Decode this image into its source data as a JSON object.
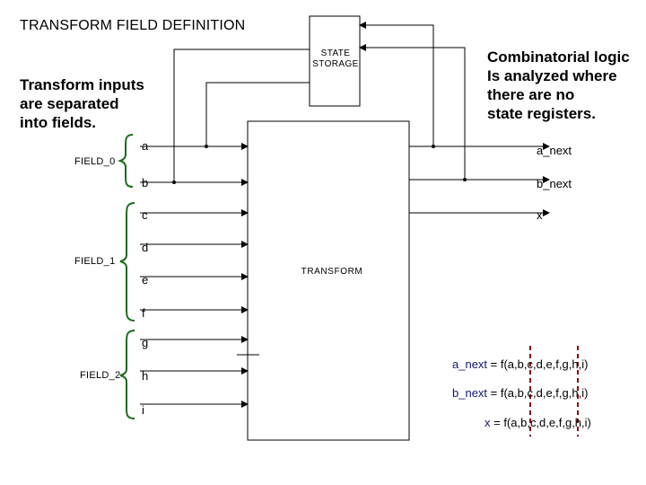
{
  "title": "TRANSFORM FIELD DEFINITION",
  "notes": {
    "left": [
      "Transform inputs",
      "are separated",
      "into fields."
    ],
    "right": [
      "Combinatorial logic",
      "Is analyzed where",
      "there are no",
      "state registers."
    ]
  },
  "blocks": {
    "state_storage": [
      "STATE",
      "STORAGE"
    ],
    "transform": "TRANSFORM"
  },
  "fields": [
    {
      "label": "FIELD_0",
      "inputs": [
        "a",
        "b"
      ]
    },
    {
      "label": "FIELD_1",
      "inputs": [
        "c",
        "d",
        "e",
        "f"
      ]
    },
    {
      "label": "FIELD_2",
      "inputs": [
        "g",
        "h",
        "i"
      ]
    }
  ],
  "outputs": [
    "a_next",
    "b_next",
    "x"
  ],
  "equations": [
    {
      "lhs": "a_next",
      "rhs": " = f(a,b,c,d,e,f,g,h,i)"
    },
    {
      "lhs": "b_next",
      "rhs": " = f(a,b,c,d,e,f,g,h,i)"
    },
    {
      "lhs": "x",
      "rhs": " = f(a,b,c,d,e,f,g,h,i)"
    }
  ],
  "colors": {
    "brace": "#1e6b1e",
    "equation_lhs": "#111a70",
    "marker": "#8b0000",
    "line": "#000000"
  }
}
